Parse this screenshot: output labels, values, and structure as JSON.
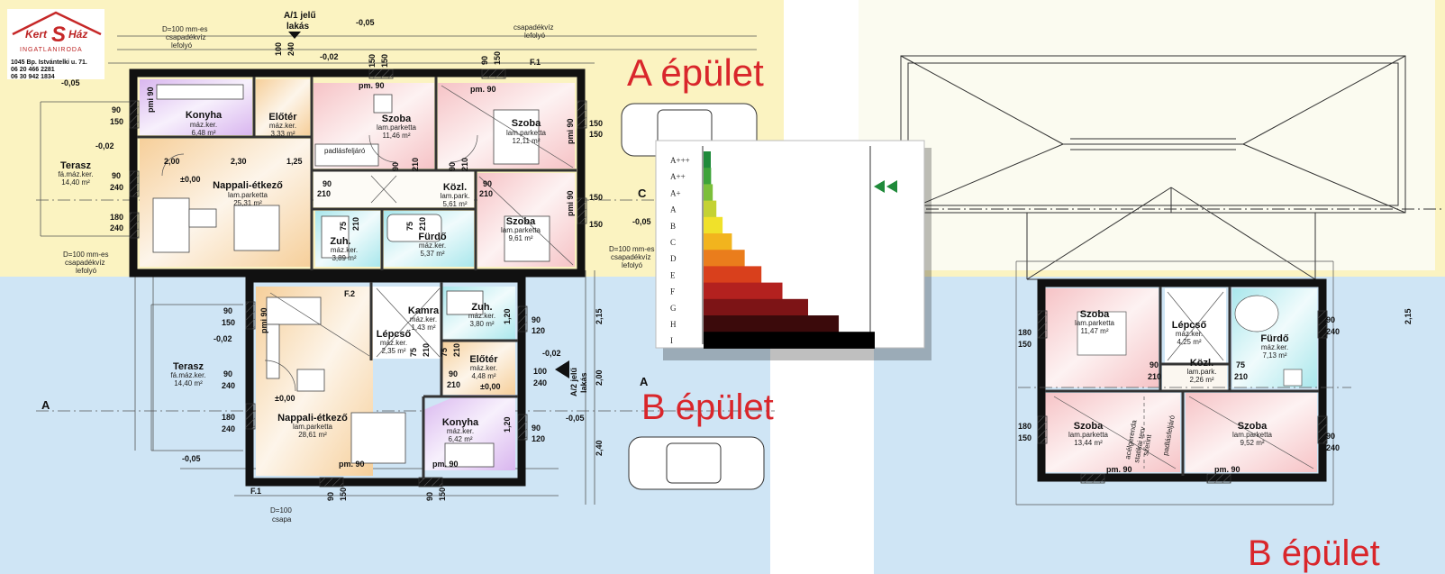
{
  "logo": {
    "brand_left": "Kert",
    "brand_mark": "S",
    "brand_right": "Ház",
    "tagline": "INGATLANIRODA",
    "address": "1045 Bp. Istvántelki u. 71.",
    "phone1": "06 20 466 2281",
    "phone2": "06 30 942 1834"
  },
  "labels": {
    "building_a": "A épület",
    "building_b": "B épület",
    "building_b_upper": "B épület",
    "flat_a1_line1": "A/1 jelű",
    "flat_a1_line2": "lakás",
    "flat_a2_line1": "A/2 jelű",
    "flat_a2_line2": "lakás",
    "section_c": "C",
    "section_a_left": "A",
    "section_a_right": "A",
    "door_f1_top": "F.1",
    "door_f2": "F.2",
    "door_f1_bottom": "F.1",
    "pipe_top_left_1": "D=100 mm-es",
    "pipe_top_left_2": "csapadékvíz",
    "pipe_top_left_3": "lefolyó",
    "pipe_top_right_1": "csapadékvíz",
    "pipe_top_right_2": "lefolyó",
    "pipe_mid_left_1": "D=100 mm-es",
    "pipe_mid_left_2": "csapadékvíz",
    "pipe_mid_left_3": "lefolyó",
    "pipe_mid_right_1": "D=100 mm-es",
    "pipe_mid_right_2": "csapadékvíz",
    "pipe_mid_right_3": "lefolyó",
    "pipe_bottom_1": "D=100",
    "pipe_bottom_2": "csapa",
    "attic_access_a": "padlásfeljáró",
    "attic_access_b": "padlásfeljáró",
    "beam_note_1": "acélgerenda",
    "beam_note_2": "statikai terv",
    "beam_note_3": "szerint"
  },
  "rooms_ground_a": [
    {
      "name": "Konyha",
      "floor": "máz.ker.",
      "area": "6,48 m²"
    },
    {
      "name": "Előtér",
      "floor": "máz.ker.",
      "area": "3,33 m²"
    },
    {
      "name": "Szoba",
      "floor": "lam.parketta",
      "area": "11,46 m²"
    },
    {
      "name": "Szoba",
      "floor": "lam.parketta",
      "area": "12,11 m²"
    },
    {
      "name": "Nappali-étkező",
      "floor": "lam.parketta",
      "area": "25,31 m²"
    },
    {
      "name": "Közl.",
      "floor": "lam.park.",
      "area": "5,61 m²"
    },
    {
      "name": "Szoba",
      "floor": "lam.parketta",
      "area": "9,61 m²"
    },
    {
      "name": "Zuh.",
      "floor": "máz.ker.",
      "area": "3,89 m²"
    },
    {
      "name": "Fürdő",
      "floor": "máz.ker.",
      "area": "5,37 m²"
    },
    {
      "name": "Terasz",
      "floor": "fá.máz.ker.",
      "area": "14,40 m²"
    }
  ],
  "rooms_ground_b": [
    {
      "name": "Kamra",
      "floor": "máz.ker.",
      "area": "1,43 m²"
    },
    {
      "name": "Zuh.",
      "floor": "máz.ker.",
      "area": "3,80 m²"
    },
    {
      "name": "Lépcső",
      "floor": "máz.ker.",
      "area": "2,35 m²"
    },
    {
      "name": "Előtér",
      "floor": "máz.ker.",
      "area": "4,48 m²"
    },
    {
      "name": "Terasz",
      "floor": "fá.máz.ker.",
      "area": "14,40 m²"
    },
    {
      "name": "Nappali-étkező",
      "floor": "lam.parketta",
      "area": "28,61 m²"
    },
    {
      "name": "Konyha",
      "floor": "máz.ker.",
      "area": "6,42 m²"
    }
  ],
  "rooms_upper_b": [
    {
      "name": "Szoba",
      "floor": "lam.parketta",
      "area": "11,47 m²"
    },
    {
      "name": "Lépcső",
      "floor": "máz.ker.",
      "area": "4,25 m²"
    },
    {
      "name": "Fürdő",
      "floor": "máz.ker.",
      "area": "7,13 m²"
    },
    {
      "name": "Közl.",
      "floor": "lam.park.",
      "area": "2,26 m²"
    },
    {
      "name": "Szoba",
      "floor": "lam.parketta",
      "area": "13,44 m²"
    },
    {
      "name": "Szoba",
      "floor": "lam.parketta",
      "area": "9,52 m²"
    }
  ],
  "levels": {
    "a": "-0,05",
    "b": "-0,02",
    "c": "-0,05",
    "d": "-0,02",
    "e": "±0,00",
    "f": "-0,05",
    "g": "-0,02",
    "h": "±0,00",
    "i": "±0,00",
    "j": "-0,02",
    "k": "-0,05",
    "l": "-0,05"
  },
  "dims": {
    "d100": "100",
    "d240": "240",
    "d150": "150",
    "d90": "90",
    "d180": "180",
    "d210": "210",
    "d75": "75",
    "d120": "120",
    "d200": "2,00",
    "d230": "2,30",
    "d125": "1,25",
    "d215": "2,15",
    "d240m": "2,40",
    "pm90": "pm. 90",
    "pmi90": "pmi 90",
    "d120m": "1,20"
  },
  "energy": {
    "classes": [
      "A+++",
      "A++",
      "A+",
      "A",
      "B",
      "C",
      "D",
      "E",
      "F",
      "G",
      "H",
      "I"
    ],
    "colors": [
      "#1f8a3a",
      "#3ea33a",
      "#7cbf3a",
      "#c4d233",
      "#f0e12a",
      "#f2b41e",
      "#ea7d1c",
      "#d9401c",
      "#b3211f",
      "#7d1416",
      "#3b0a0b",
      "#000000"
    ],
    "marker": "◄◄"
  }
}
